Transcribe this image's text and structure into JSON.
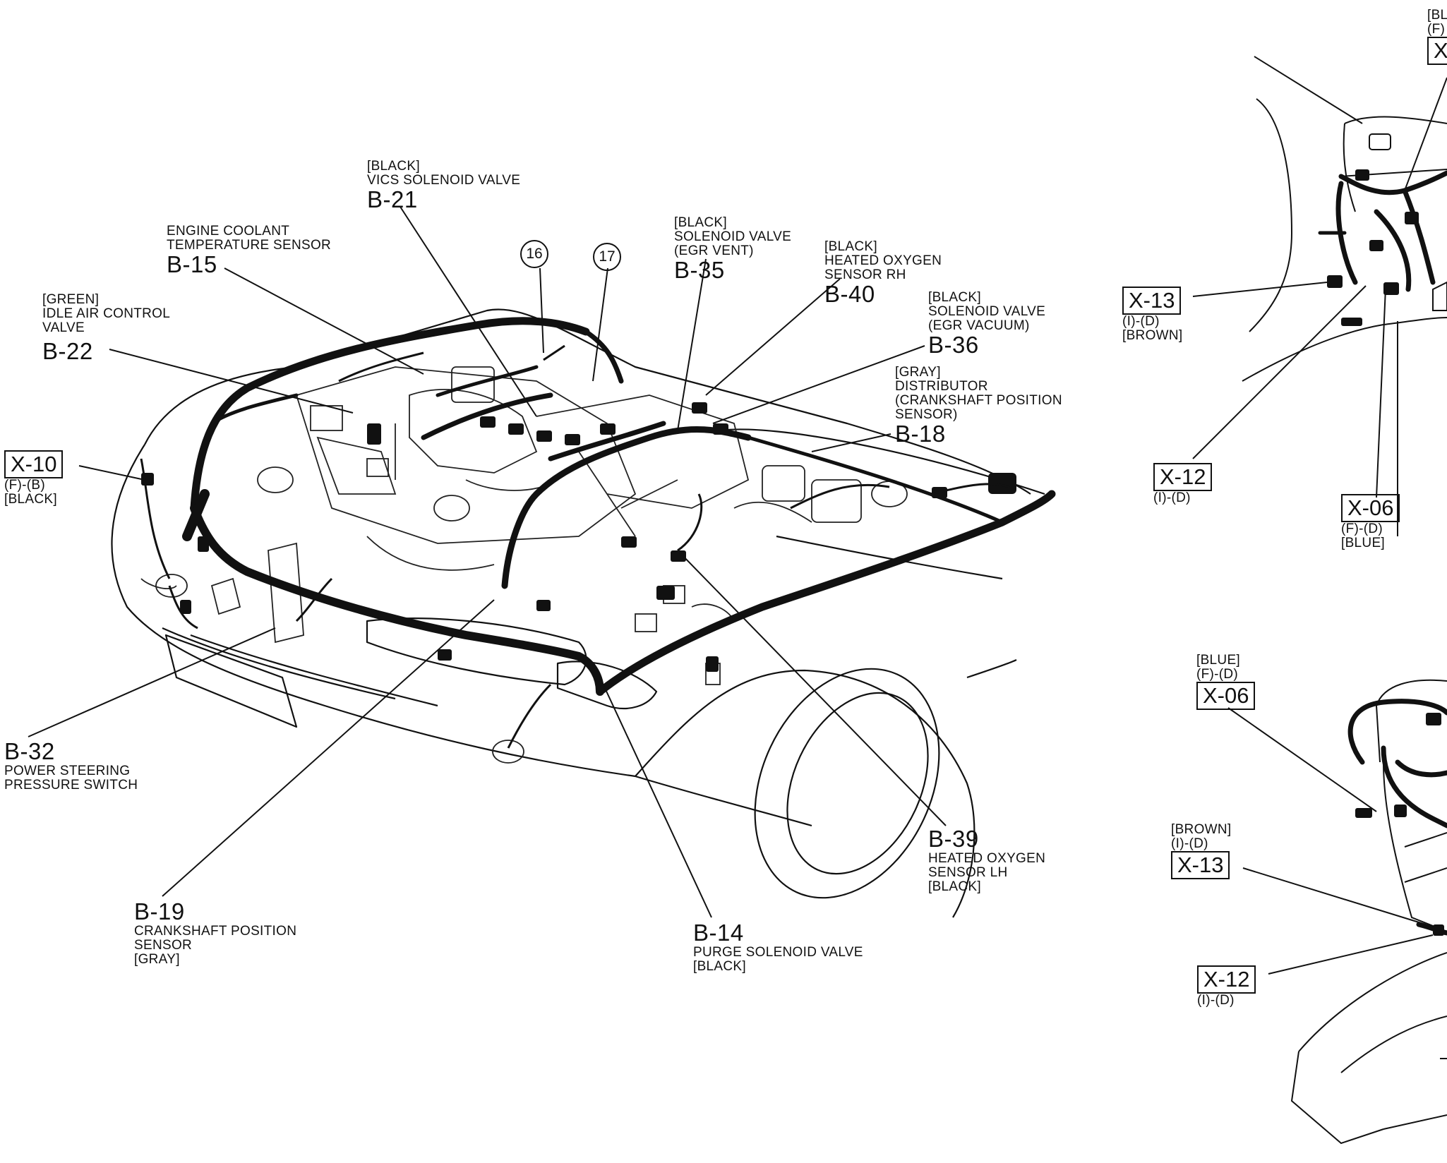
{
  "circles": [
    "16",
    "17"
  ],
  "labels": {
    "b21": {
      "color": "[BLACK]",
      "name": "VICS SOLENOID VALVE",
      "code": "B-21"
    },
    "b15": {
      "name1": "ENGINE COOLANT",
      "name2": "TEMPERATURE SENSOR",
      "code": "B-15"
    },
    "b22": {
      "color": "[GREEN]",
      "name1": "IDLE AIR CONTROL",
      "name2": "VALVE",
      "code": "B-22"
    },
    "b35": {
      "color": "[BLACK]",
      "name1": "SOLENOID VALVE",
      "name2": "(EGR VENT)",
      "code": "B-35"
    },
    "b40": {
      "color": "[BLACK]",
      "name1": "HEATED OXYGEN",
      "name2": "SENSOR RH",
      "code": "B-40"
    },
    "b36": {
      "color": "[BLACK]",
      "name1": "SOLENOID VALVE",
      "name2": "(EGR VACUUM)",
      "code": "B-36"
    },
    "b18": {
      "color": "[GRAY]",
      "name1": "DISTRIBUTOR",
      "name2": "(CRANKSHAFT POSITION",
      "name3": "SENSOR)",
      "code": "B-18"
    },
    "x10": {
      "code": "X-10",
      "pins": "(F)-(B)",
      "color": "[BLACK]"
    },
    "b32": {
      "code": "B-32",
      "name1": "POWER STEERING",
      "name2": "PRESSURE SWITCH"
    },
    "b19": {
      "code": "B-19",
      "name1": "CRANKSHAFT POSITION",
      "name2": "SENSOR",
      "color": "[GRAY]"
    },
    "b14": {
      "code": "B-14",
      "name": "PURGE SOLENOID VALVE",
      "color": "[BLACK]"
    },
    "b39": {
      "code": "B-39",
      "name1": "HEATED OXYGEN",
      "name2": "SENSOR LH",
      "color": "[BLACK]"
    },
    "x13_top": {
      "code": "X-13",
      "pins": "(I)-(D)",
      "color": "[BROWN]"
    },
    "x12_top": {
      "code": "X-12",
      "pins": "(I)-(D)"
    },
    "x06_top": {
      "code": "X-06",
      "pins": "(F)-(D)",
      "color": "[BLUE]"
    },
    "corner": {
      "line1": "[BL",
      "line2": "(F)",
      "code": "X"
    },
    "x06_bot": {
      "color": "[BLUE]",
      "pins": "(F)-(D)",
      "code": "X-06"
    },
    "x13_bot": {
      "color": "[BROWN]",
      "pins": "(I)-(D)",
      "code": "X-13"
    },
    "x12_bot": {
      "code": "X-12",
      "pins": "(I)-(D)"
    }
  }
}
